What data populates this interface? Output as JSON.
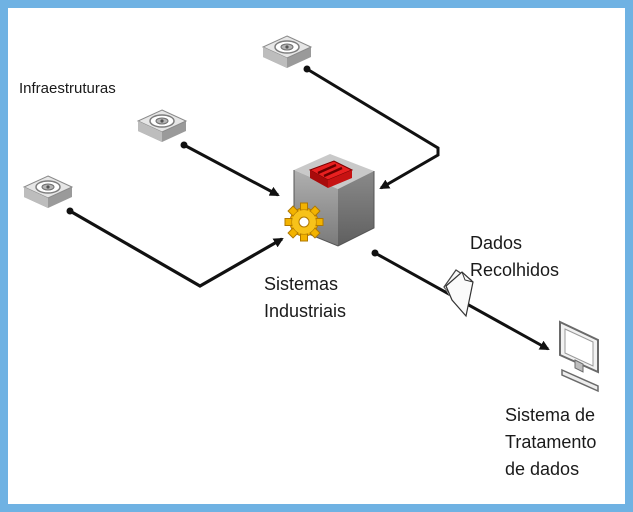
{
  "labels": {
    "infra": "Infraestruturas",
    "industrial_line1": "Sistemas",
    "industrial_line2": "Industriais",
    "data_line1": "Dados",
    "data_line2": "Recolhidos",
    "treatment_line1": "Sistema de",
    "treatment_line2": "Tratamento",
    "treatment_line3": "de dados"
  },
  "colors": {
    "border": "#6fb2e3",
    "arrow": "#111111",
    "cube_body": "#8e8e8e",
    "cube_lid": "#cc1111",
    "gear": "#f0b400"
  },
  "icons": [
    "valve-icon",
    "industrial-system-icon",
    "gear-icon",
    "document-icon",
    "computer-icon"
  ]
}
